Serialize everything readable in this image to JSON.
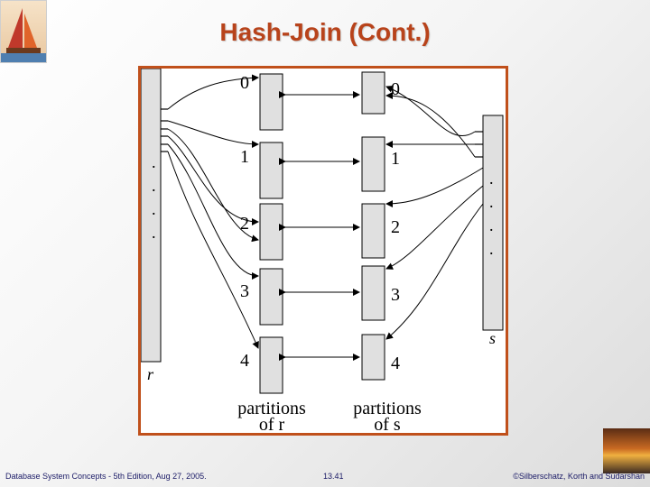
{
  "slide": {
    "title": "Hash-Join (Cont.)"
  },
  "figure": {
    "r_partitions": [
      "0",
      "1",
      "2",
      "3",
      "4"
    ],
    "s_partitions": [
      "0",
      "1",
      "2",
      "3",
      "4"
    ],
    "relation_r_label": "r",
    "relation_s_label": "s",
    "caption_r_line1": "partitions",
    "caption_r_line2": "of r",
    "caption_s_line1": "partitions",
    "caption_s_line2": "of s",
    "ellipsis_dot": "."
  },
  "footer": {
    "left": "Database System Concepts - 5th Edition, Aug 27, 2005.",
    "center": "13.41",
    "right": "©Silberschatz, Korth and Sudarshan"
  }
}
